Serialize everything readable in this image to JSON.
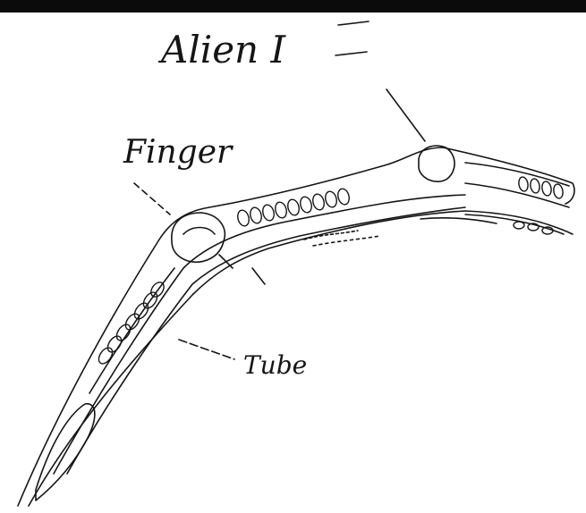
{
  "title": "Alien I",
  "labels": {
    "fingers": "Finger",
    "tube": "Tube"
  },
  "colors": {
    "ink": "#151515",
    "paper": "#ffffff",
    "top_bar": "#0b0b0b"
  }
}
